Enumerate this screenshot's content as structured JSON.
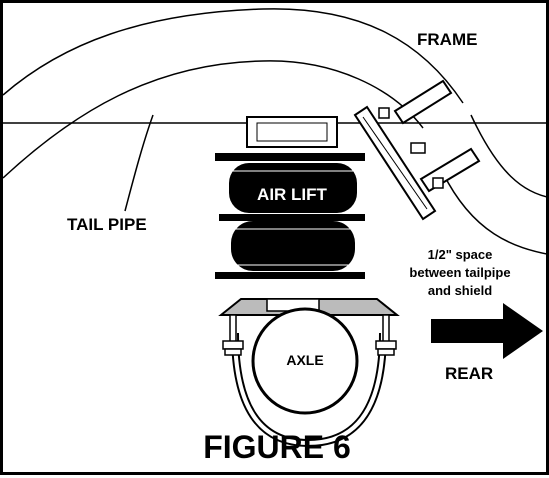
{
  "figure": {
    "title": "FIGURE 6",
    "labels": {
      "frame": "FRAME",
      "tail_pipe": "TAIL PIPE",
      "air_spring_brand": "AIR LIFT",
      "axle": "AXLE",
      "rear": "REAR",
      "space_note_line1": "1/2\" space",
      "space_note_line2": "between tailpipe",
      "space_note_line3": "and shield"
    }
  }
}
